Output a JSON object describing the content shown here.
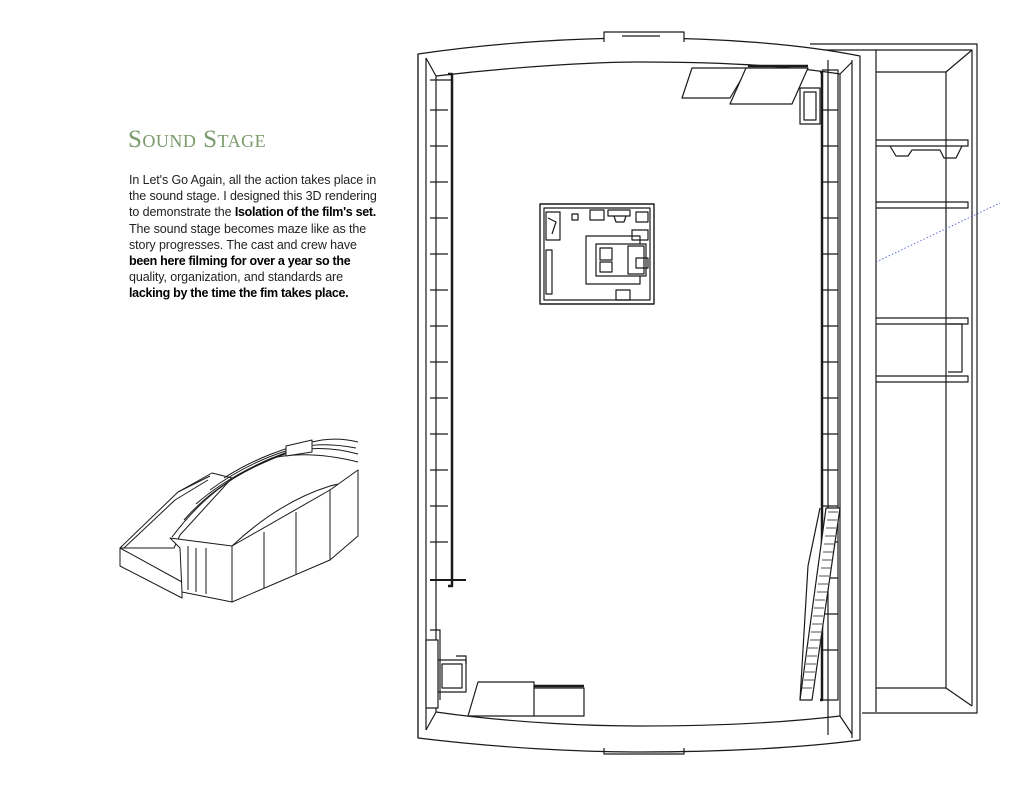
{
  "title": "Sound Stage",
  "description": [
    {
      "text": "In Let's Go Again, all the action takes place in the sound stage. I designed this 3D rendering to demonstrate the ",
      "bold": false
    },
    {
      "text": "Isolation of the film's set.",
      "bold": true
    },
    {
      "text": " The sound stage becomes maze like as the story progresses. The cast and crew have ",
      "bold": false
    },
    {
      "text": "been here filming for over a year so the",
      "bold": true
    },
    {
      "text": " quality, organization, and standards are ",
      "bold": false
    },
    {
      "text": "lacking by the time the fim takes place.",
      "bold": true
    }
  ],
  "colors": {
    "title": "#7a9a6a",
    "line": "#1a1a1a",
    "accent_dotted": "#3b4fd0"
  },
  "figures": [
    {
      "name": "sound-stage-3d-exterior",
      "kind": "line-art rendering"
    },
    {
      "name": "sound-stage-floor-plan",
      "kind": "top-down line-art rendering"
    }
  ]
}
